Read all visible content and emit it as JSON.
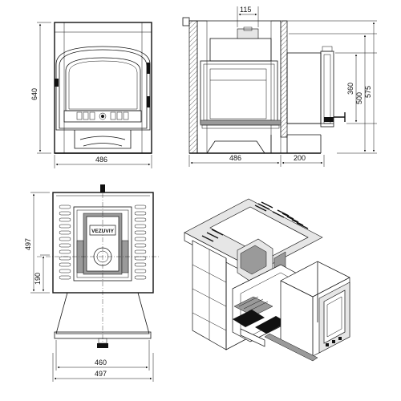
{
  "dimensions": {
    "front_height": "640",
    "front_width": "486",
    "side_top": "115",
    "side_depth": "486",
    "side_extension": "200",
    "side_h1": "360",
    "side_h2": "500",
    "side_h3": "575",
    "top_height": "497",
    "top_offset": "190",
    "top_width_inner": "460",
    "top_width_outer": "497"
  },
  "brand": {
    "plate_text": "VEZUVIY"
  },
  "colors": {
    "ink": "#111111",
    "hatch_grey": "#9a9a9a",
    "light_fill": "#e6e6e6",
    "background": "#ffffff"
  }
}
